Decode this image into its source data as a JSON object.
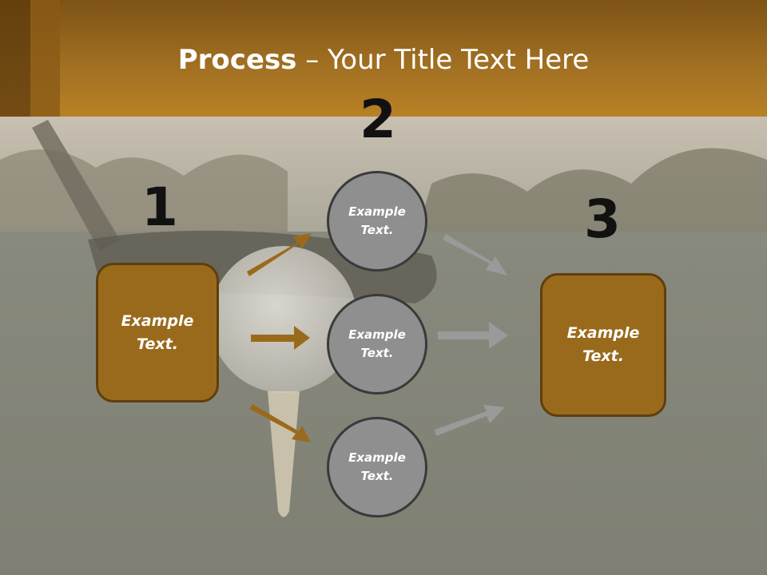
{
  "title": {
    "bold": "Process",
    "rest": " – Your Title Text Here"
  },
  "numbers": [
    "1",
    "2",
    "3"
  ],
  "left_box": {
    "text": "Example Text."
  },
  "circles": [
    {
      "text": "Example Text."
    },
    {
      "text": "Example Text."
    },
    {
      "text": "Example Text."
    }
  ],
  "right_box": {
    "text": "Example Text."
  },
  "colors": {
    "header": "#b07a24",
    "box": "#9a6a1c",
    "circle": "#8f8f8f",
    "arrow_brown": "#9a6a1c",
    "arrow_gray": "#9a9a9a"
  }
}
